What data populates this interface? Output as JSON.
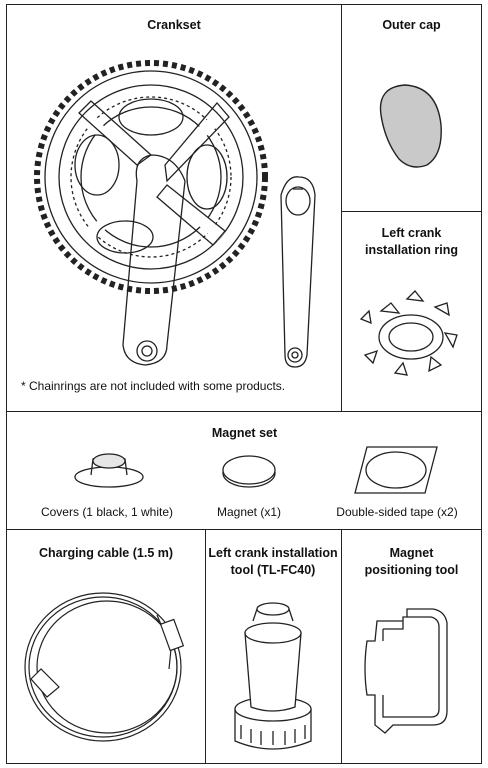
{
  "crankset": {
    "title": "Crankset",
    "note": "* Chainrings are not included with some products."
  },
  "outer_cap": {
    "title": "Outer cap"
  },
  "left_crank_ring": {
    "title": "Left crank installation ring"
  },
  "magnet_set": {
    "title": "Magnet set",
    "items": [
      {
        "label": "Covers (1 black, 1 white)",
        "icon": "magnet-cover-icon"
      },
      {
        "label": "Magnet (x1)",
        "icon": "magnet-icon"
      },
      {
        "label": "Double-sided tape (x2)",
        "icon": "tape-icon"
      }
    ]
  },
  "charging_cable": {
    "title": "Charging cable (1.5 m)"
  },
  "crank_tool": {
    "title_line1": "Left crank installation",
    "title_line2": "tool (TL-FC40)"
  },
  "magnet_tool": {
    "title_line1": "Magnet",
    "title_line2": "positioning tool"
  }
}
